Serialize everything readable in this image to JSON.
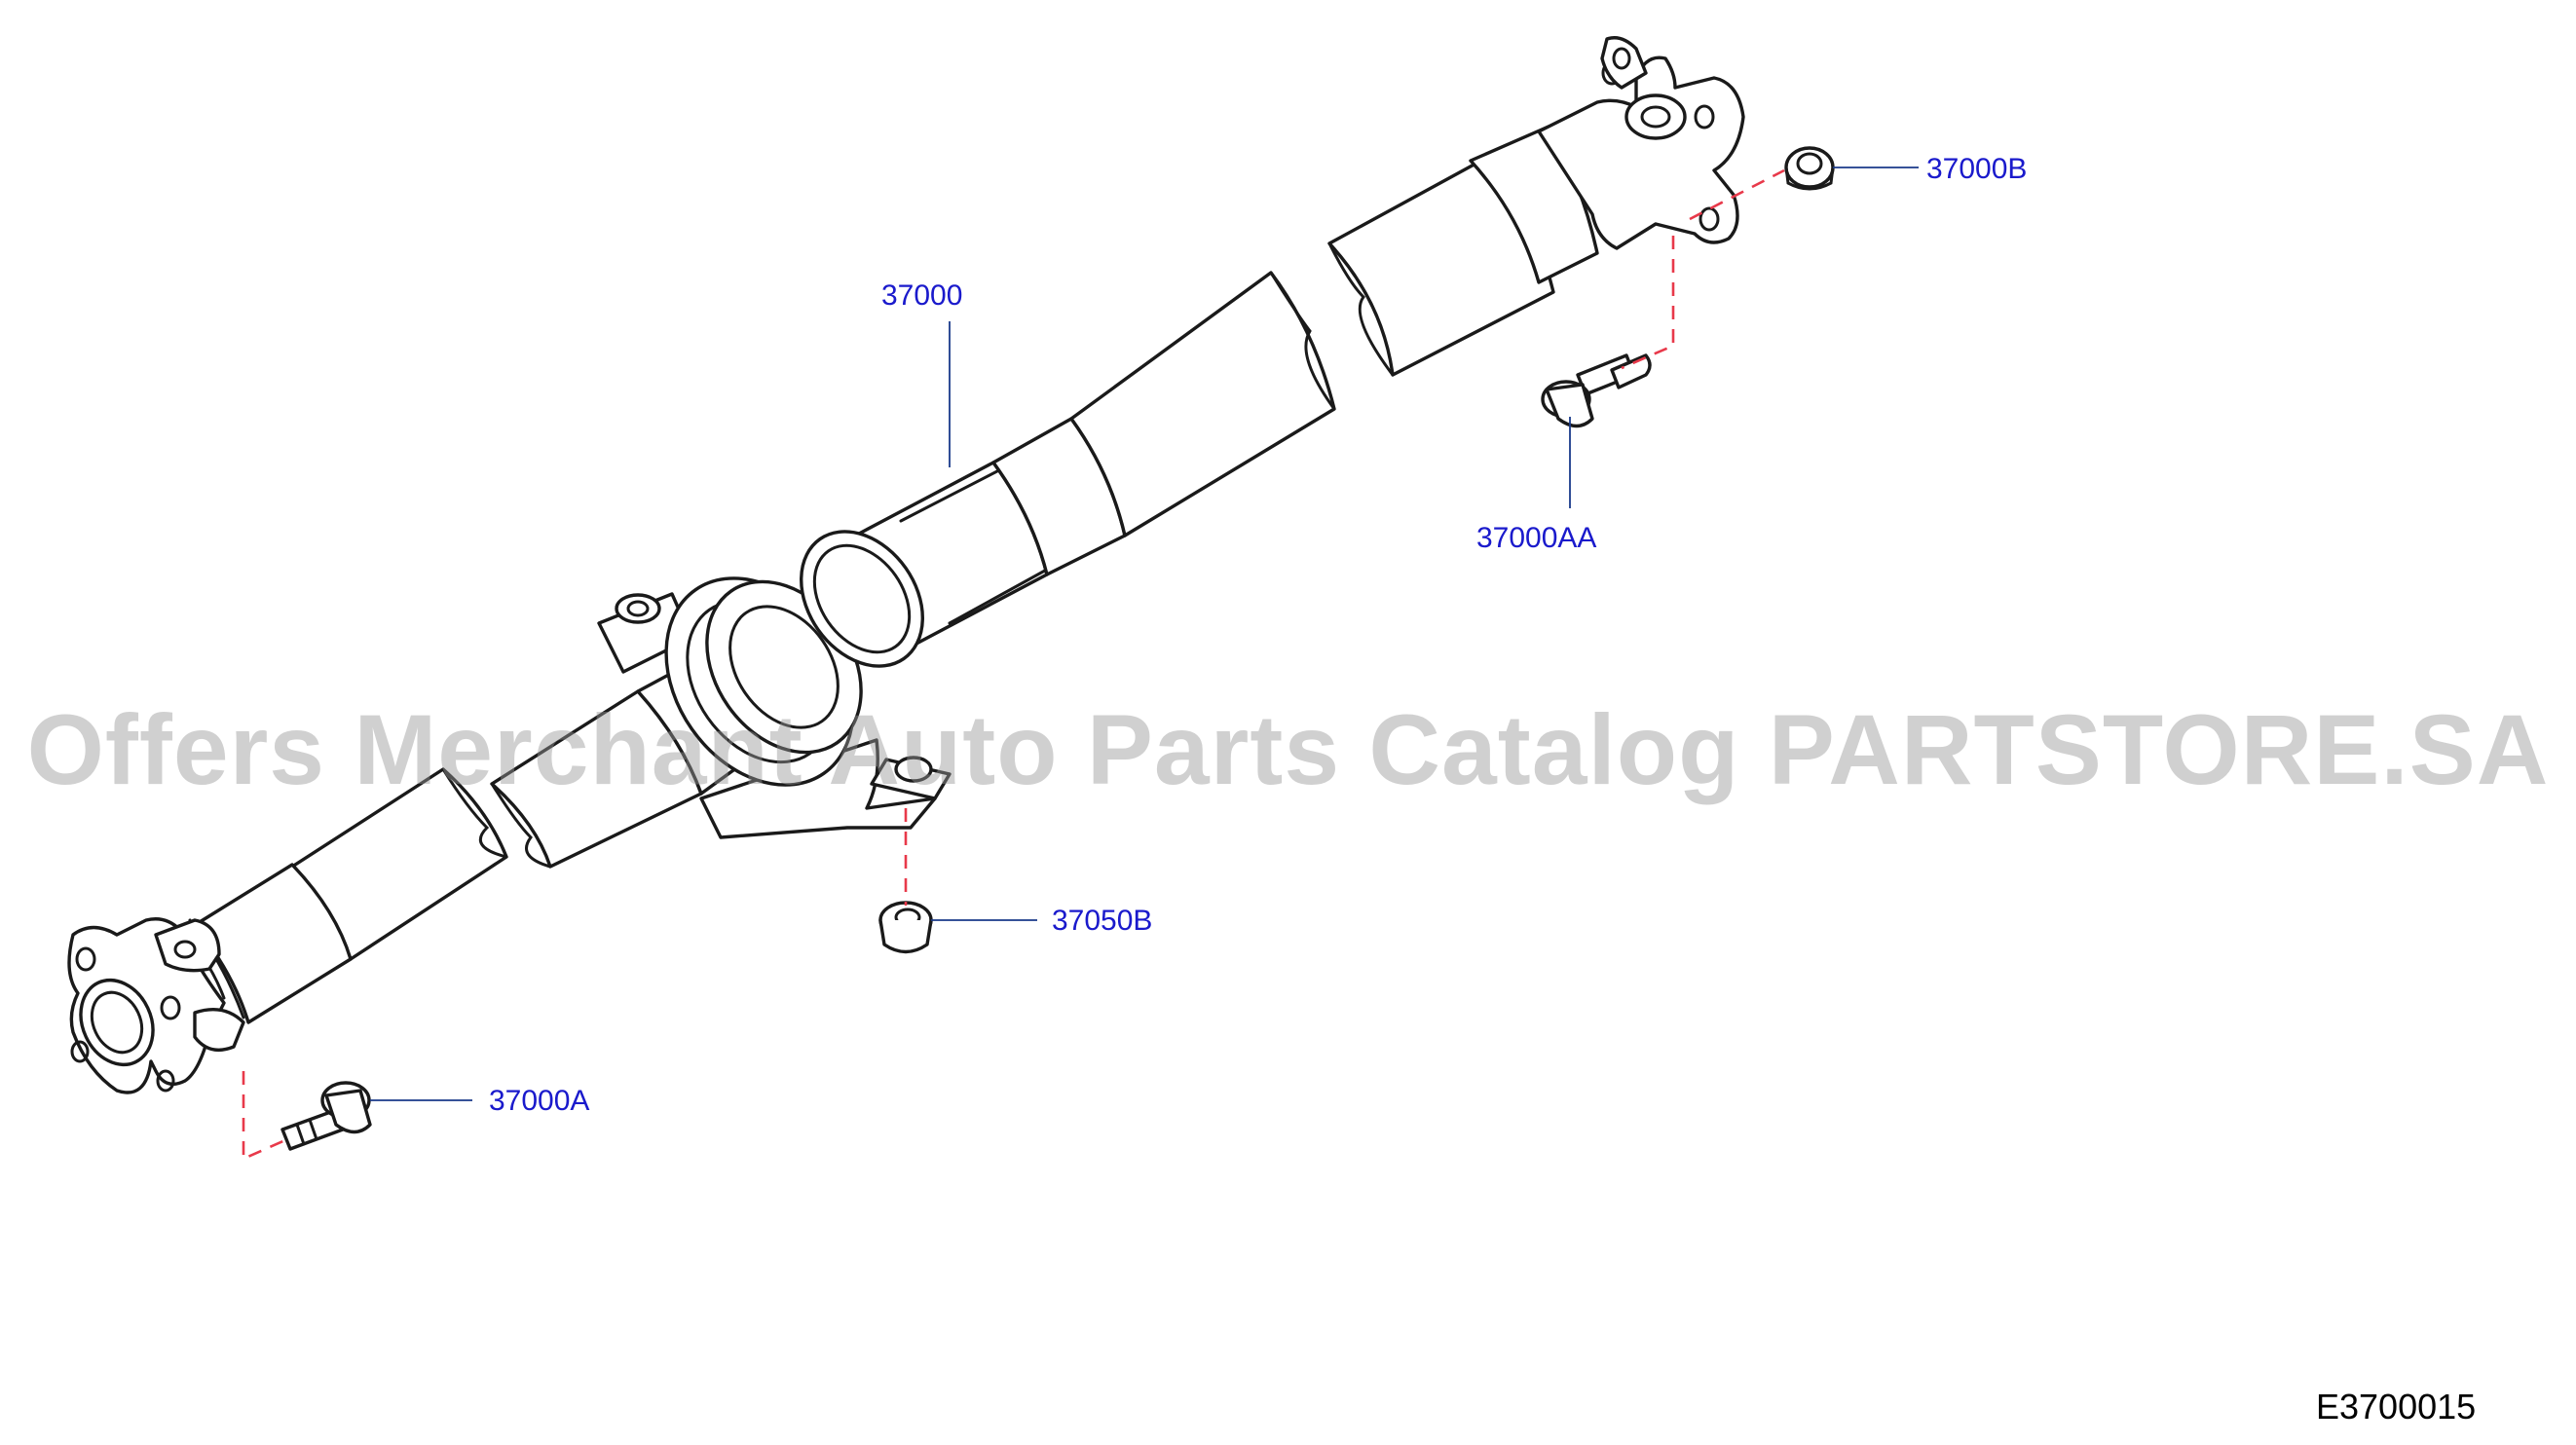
{
  "watermark": "Offers Merchant Auto Parts Catalog PARTSTORE.SA",
  "diagram_code": "E3700015",
  "callouts": {
    "shaft": "37000",
    "front_nut": "37000B",
    "front_bolt": "37000AA",
    "bearing_nut": "37050B",
    "rear_bolt": "37000A"
  },
  "colors": {
    "callout_text": "#1a1acc",
    "leader_line": "#1a3a8a",
    "dashed_guide": "#e8394a",
    "watermark": "#969696"
  }
}
